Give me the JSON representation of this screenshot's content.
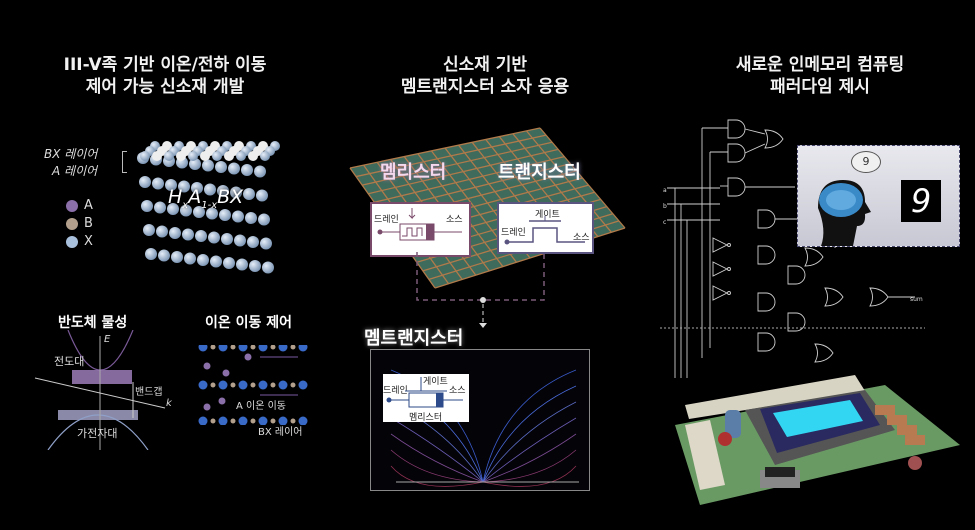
{
  "panels": {
    "left": {
      "title_line1": "III-V족 기반 이온/전하 이동",
      "title_line2": "제어 가능 신소재 개발",
      "layer_labels": {
        "bx": "BX 레이어",
        "a": "A 레이어"
      },
      "legend": [
        {
          "label": "A",
          "color": "#8a6fa8"
        },
        {
          "label": "B",
          "color": "#b3a08c"
        },
        {
          "label": "X",
          "color": "#a9c0dc"
        }
      ],
      "formula": {
        "h": "H",
        "h_sub": "x",
        "a": "A",
        "a_sub": "1-x",
        "bx": "BX"
      },
      "band": {
        "title": "반도체 물성",
        "axis_e": "E",
        "axis_k": "k",
        "conduction": "전도대",
        "gap": "밴드갭",
        "valence": "가전자대"
      },
      "ion": {
        "title": "이온 이동 제어",
        "a_motion": "A 이온 이동",
        "bx_layer": "BX 레이어"
      }
    },
    "middle": {
      "title_line1": "신소재 기반",
      "title_line2": "멤트랜지스터 소자 응용",
      "memristor": {
        "label": "멤리스터",
        "drain": "드레인",
        "source": "소스",
        "color": "#7a4a6a"
      },
      "transistor": {
        "label": "트랜지스터",
        "gate": "게이트",
        "drain": "드레인",
        "source": "소스",
        "color": "#5a5580"
      },
      "memtransistor": {
        "label": "멤트랜지스터",
        "gate": "게이트",
        "drain": "드레인",
        "source": "소스",
        "memristor": "멤리스터",
        "color": "#2d4a8a"
      }
    },
    "right": {
      "title_line1": "새로운 인메모리 컴퓨팅",
      "title_line2": "패러다임 제시",
      "thought": "9",
      "digit": "9",
      "inputs": [
        "a",
        "b",
        "c"
      ],
      "output": "sum",
      "chip_screen_color": "#33d6f2",
      "board_color": "#6a9a64"
    }
  }
}
